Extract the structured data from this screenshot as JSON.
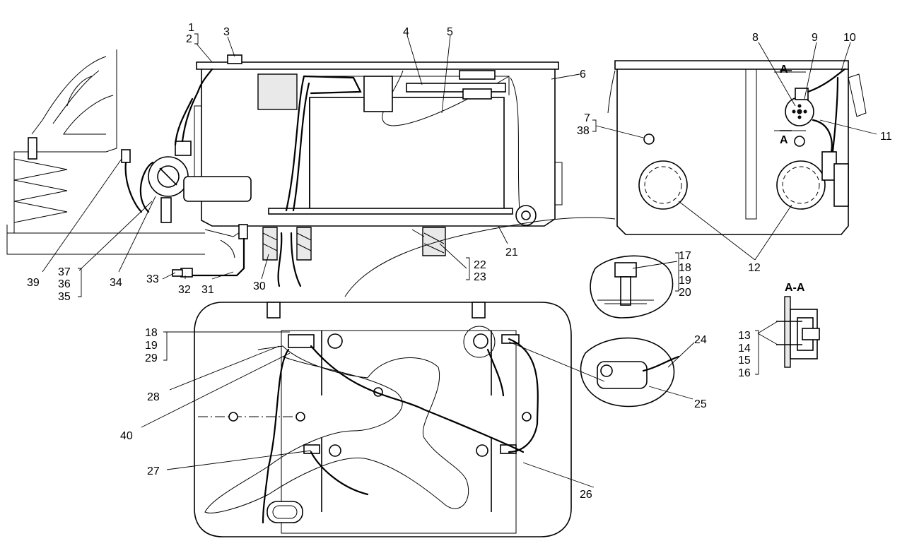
{
  "section_title": "A-A",
  "section_marks": [
    "A",
    "A"
  ],
  "callouts": {
    "c1": "1",
    "c2": "2",
    "c3": "3",
    "c4": "4",
    "c5": "5",
    "c6": "6",
    "c7": "7",
    "c38": "38",
    "c8": "8",
    "c9": "9",
    "c10": "10",
    "c11": "11",
    "c12": "12",
    "c17": "17",
    "c18a": "18",
    "c19a": "19",
    "c20": "20",
    "c21": "21",
    "c22": "22",
    "c23": "23",
    "c30": "30",
    "c31": "31",
    "c32": "32",
    "c33": "33",
    "c34": "34",
    "c37": "37",
    "c36": "36",
    "c35": "35",
    "c39": "39",
    "c18b": "18",
    "c19b": "19",
    "c29": "29",
    "c28": "28",
    "c40": "40",
    "c27": "27",
    "c26": "26",
    "c24": "24",
    "c25": "25",
    "c13": "13",
    "c14": "14",
    "c15": "15",
    "c16": "16"
  }
}
